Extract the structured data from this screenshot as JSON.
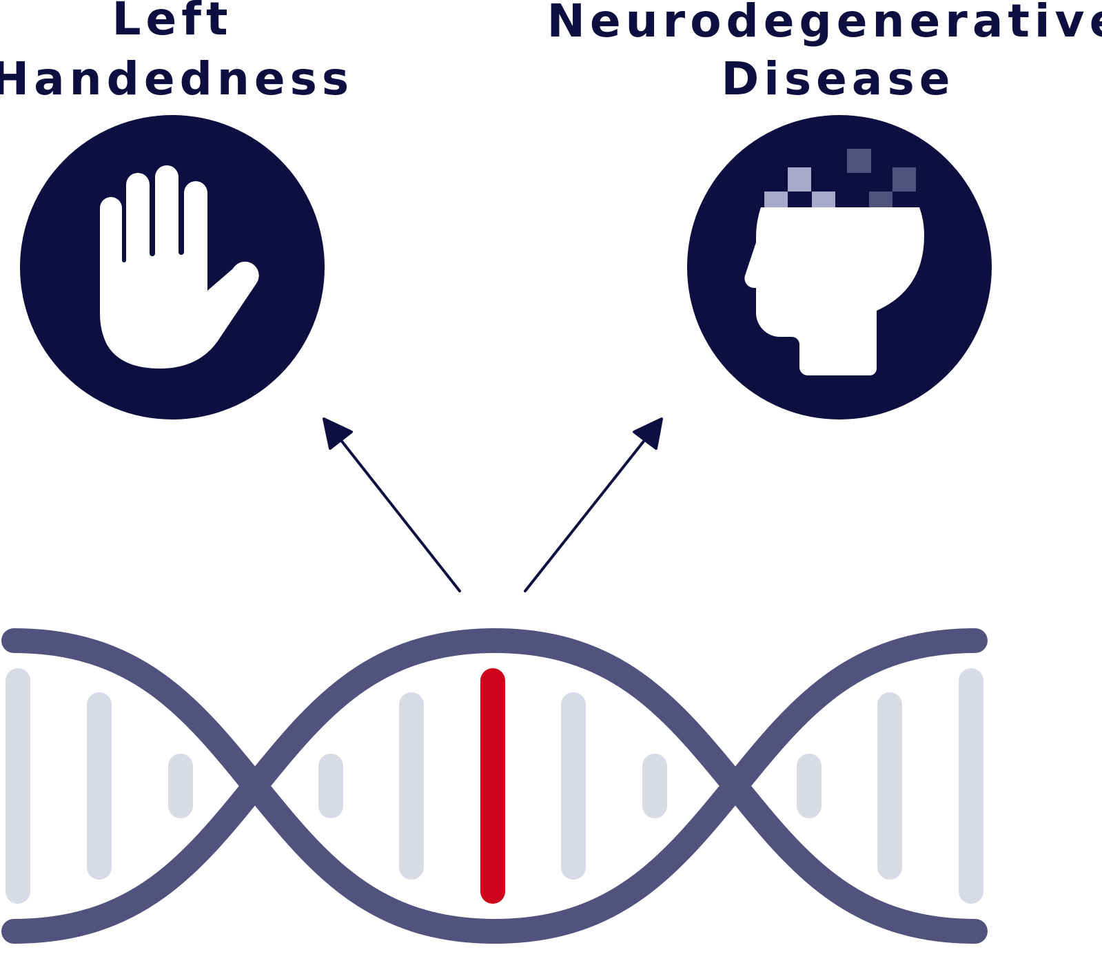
{
  "labels": {
    "left_title_line1": "Left",
    "left_title_line2": "Handedness",
    "right_title_line1": "Neurodegenerative",
    "right_title_line2": "Disease"
  },
  "icons": {
    "left": "hand-icon",
    "right": "head-pixel-decay-icon",
    "center": "dna-helix-icon"
  },
  "colors": {
    "navy": "#0d0f40",
    "strand": "#52527f",
    "rung": "#d8dae6",
    "highlight_rung": "#d0021b",
    "pixel_light": "#a8a8ca",
    "pixel_dark": "#52527f"
  }
}
